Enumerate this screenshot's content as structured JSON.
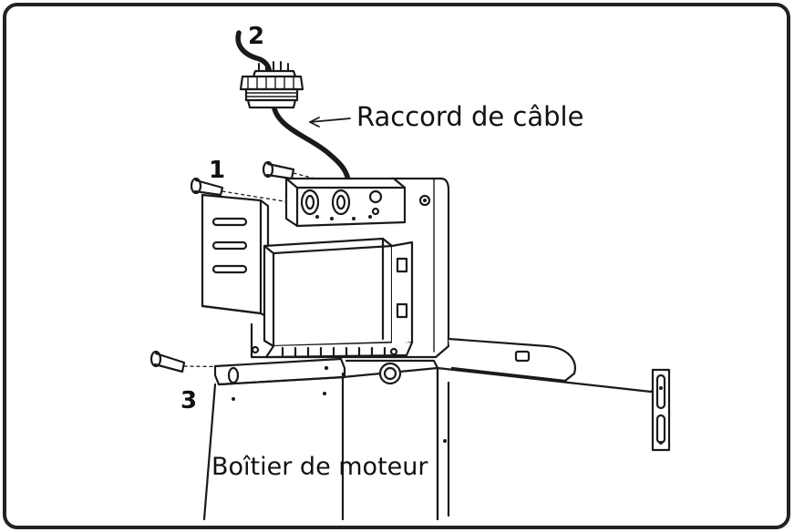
{
  "figure": {
    "callouts": {
      "part_1": "1",
      "part_2": "2",
      "part_3": "3"
    },
    "labels": {
      "cable_fitting": "Raccord de câble",
      "motor_housing": "Boîtier de moteur"
    },
    "colors": {
      "line": "#1a1a1a",
      "frame": "#222222",
      "shade": "#e9e9e9",
      "background": "#ffffff"
    }
  }
}
